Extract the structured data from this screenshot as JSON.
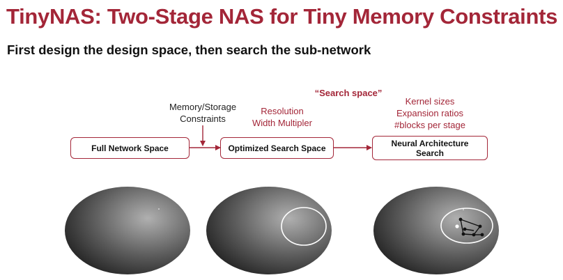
{
  "title": "TinyNAS: Two-Stage NAS for Tiny Memory Constraints",
  "subtitle": "First design the design space, then search the sub-network",
  "labels": {
    "memory_constraints": [
      "Memory/Storage",
      "Constraints"
    ],
    "search_space_heading": "“Search space”",
    "search_space_items": [
      "Resolution",
      "Width Multipler"
    ],
    "nas_items": [
      "Kernel sizes",
      "Expansion ratios",
      "#blocks per stage"
    ]
  },
  "boxes": {
    "full_network": "Full Network Space",
    "optimized_space": "Optimized Search Space",
    "nas": [
      "Neural Architecture",
      "Search"
    ]
  },
  "colors": {
    "accent": "#a32638",
    "arrow": "#a32638",
    "ellipse_fill_light": "#b0b0b0",
    "ellipse_fill_dark": "#1c1c1c",
    "highlight_ring": "#ffffff"
  }
}
